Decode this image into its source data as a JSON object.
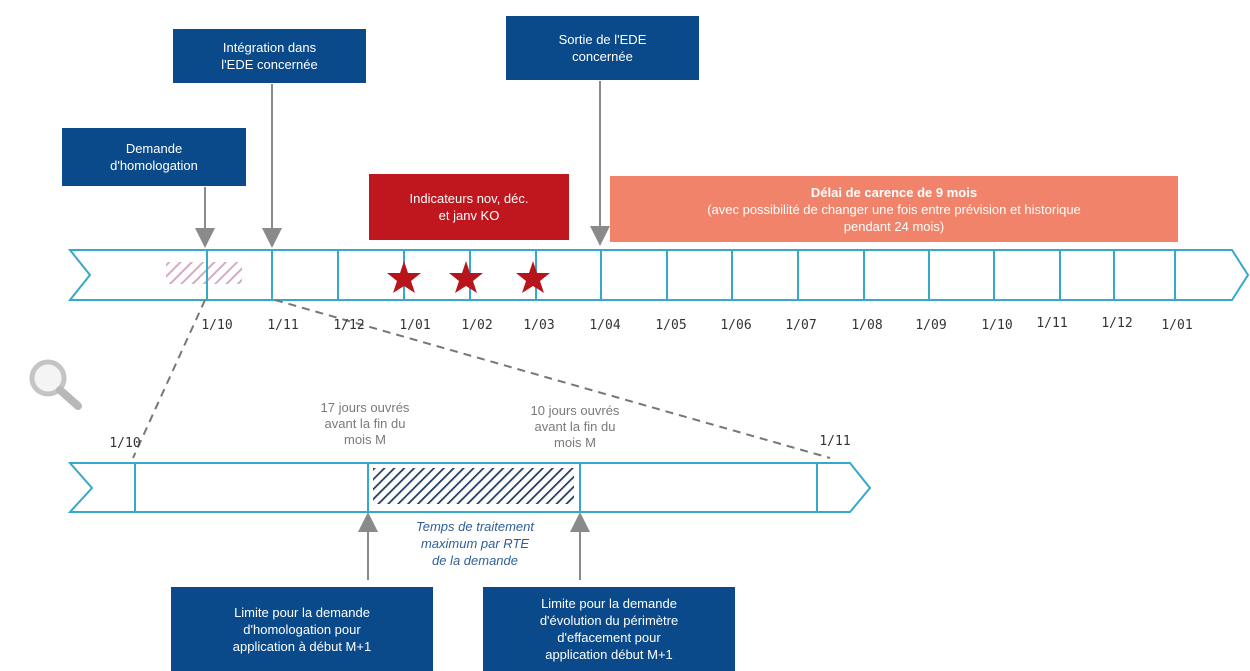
{
  "callouts": {
    "homologation_request": "Demande\nd'homologation",
    "ede_integration": "Intégration dans\nl'EDE concernée",
    "ede_exit": "Sortie de l'EDE\nconcernée",
    "indicators_ko": "Indicateurs nov, déc.\net janv KO",
    "waiting_period_title": "Délai de carence de 9 mois",
    "waiting_period_detail": "(avec possibilité de changer une fois entre prévision et historique\npendant 24 mois)",
    "limit_homologation": "Limite pour la demande\nd'homologation pour\napplication à début M+1",
    "limit_perimeter": "Limite pour la demande\nd'évolution du périmètre\nd'effacement pour\napplication début M+1"
  },
  "timeline_months": [
    "1/10",
    "1/11",
    "1/12",
    "1/01",
    "1/02",
    "1/03",
    "1/04",
    "1/05",
    "1/06",
    "1/07",
    "1/08",
    "1/09",
    "1/10",
    "1/11",
    "1/12",
    "1/01"
  ],
  "zoom_timeline": {
    "start_label": "1/10",
    "end_label": "1/11",
    "note_17_days": "17 jours ouvrés\navant la fin du\nmois M",
    "note_10_days": "10 jours ouvrés\navant la fin du\nmois M",
    "processing_note": "Temps de traitement\nmaximum par RTE\nde la demande"
  },
  "colors": {
    "navy": "#0b4a8a",
    "red": "#c0161e",
    "orange": "#f0836a",
    "timeline_stroke": "#36a9c9",
    "star": "#b8141c"
  },
  "icons": [
    "magnifier-icon",
    "star-icon"
  ]
}
